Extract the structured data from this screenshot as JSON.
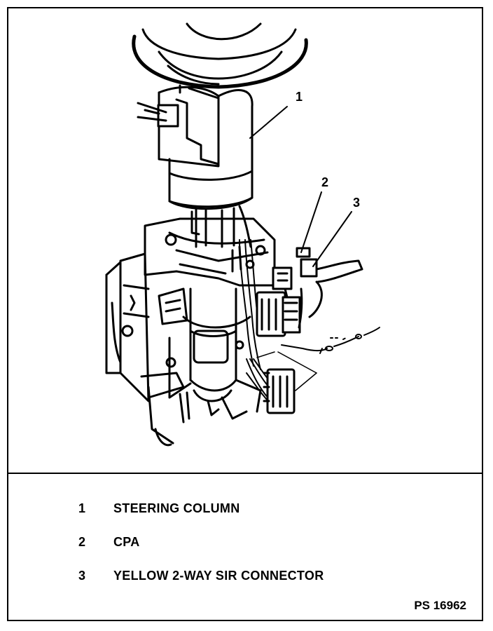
{
  "callouts": [
    {
      "number": "1",
      "label": "STEERING COLUMN"
    },
    {
      "number": "2",
      "label": "CPA"
    },
    {
      "number": "3",
      "label": "YELLOW 2-WAY SIR CONNECTOR"
    }
  ],
  "figure_id": "PS 16962",
  "colors": {
    "ink": "#000000",
    "paper": "#ffffff"
  }
}
